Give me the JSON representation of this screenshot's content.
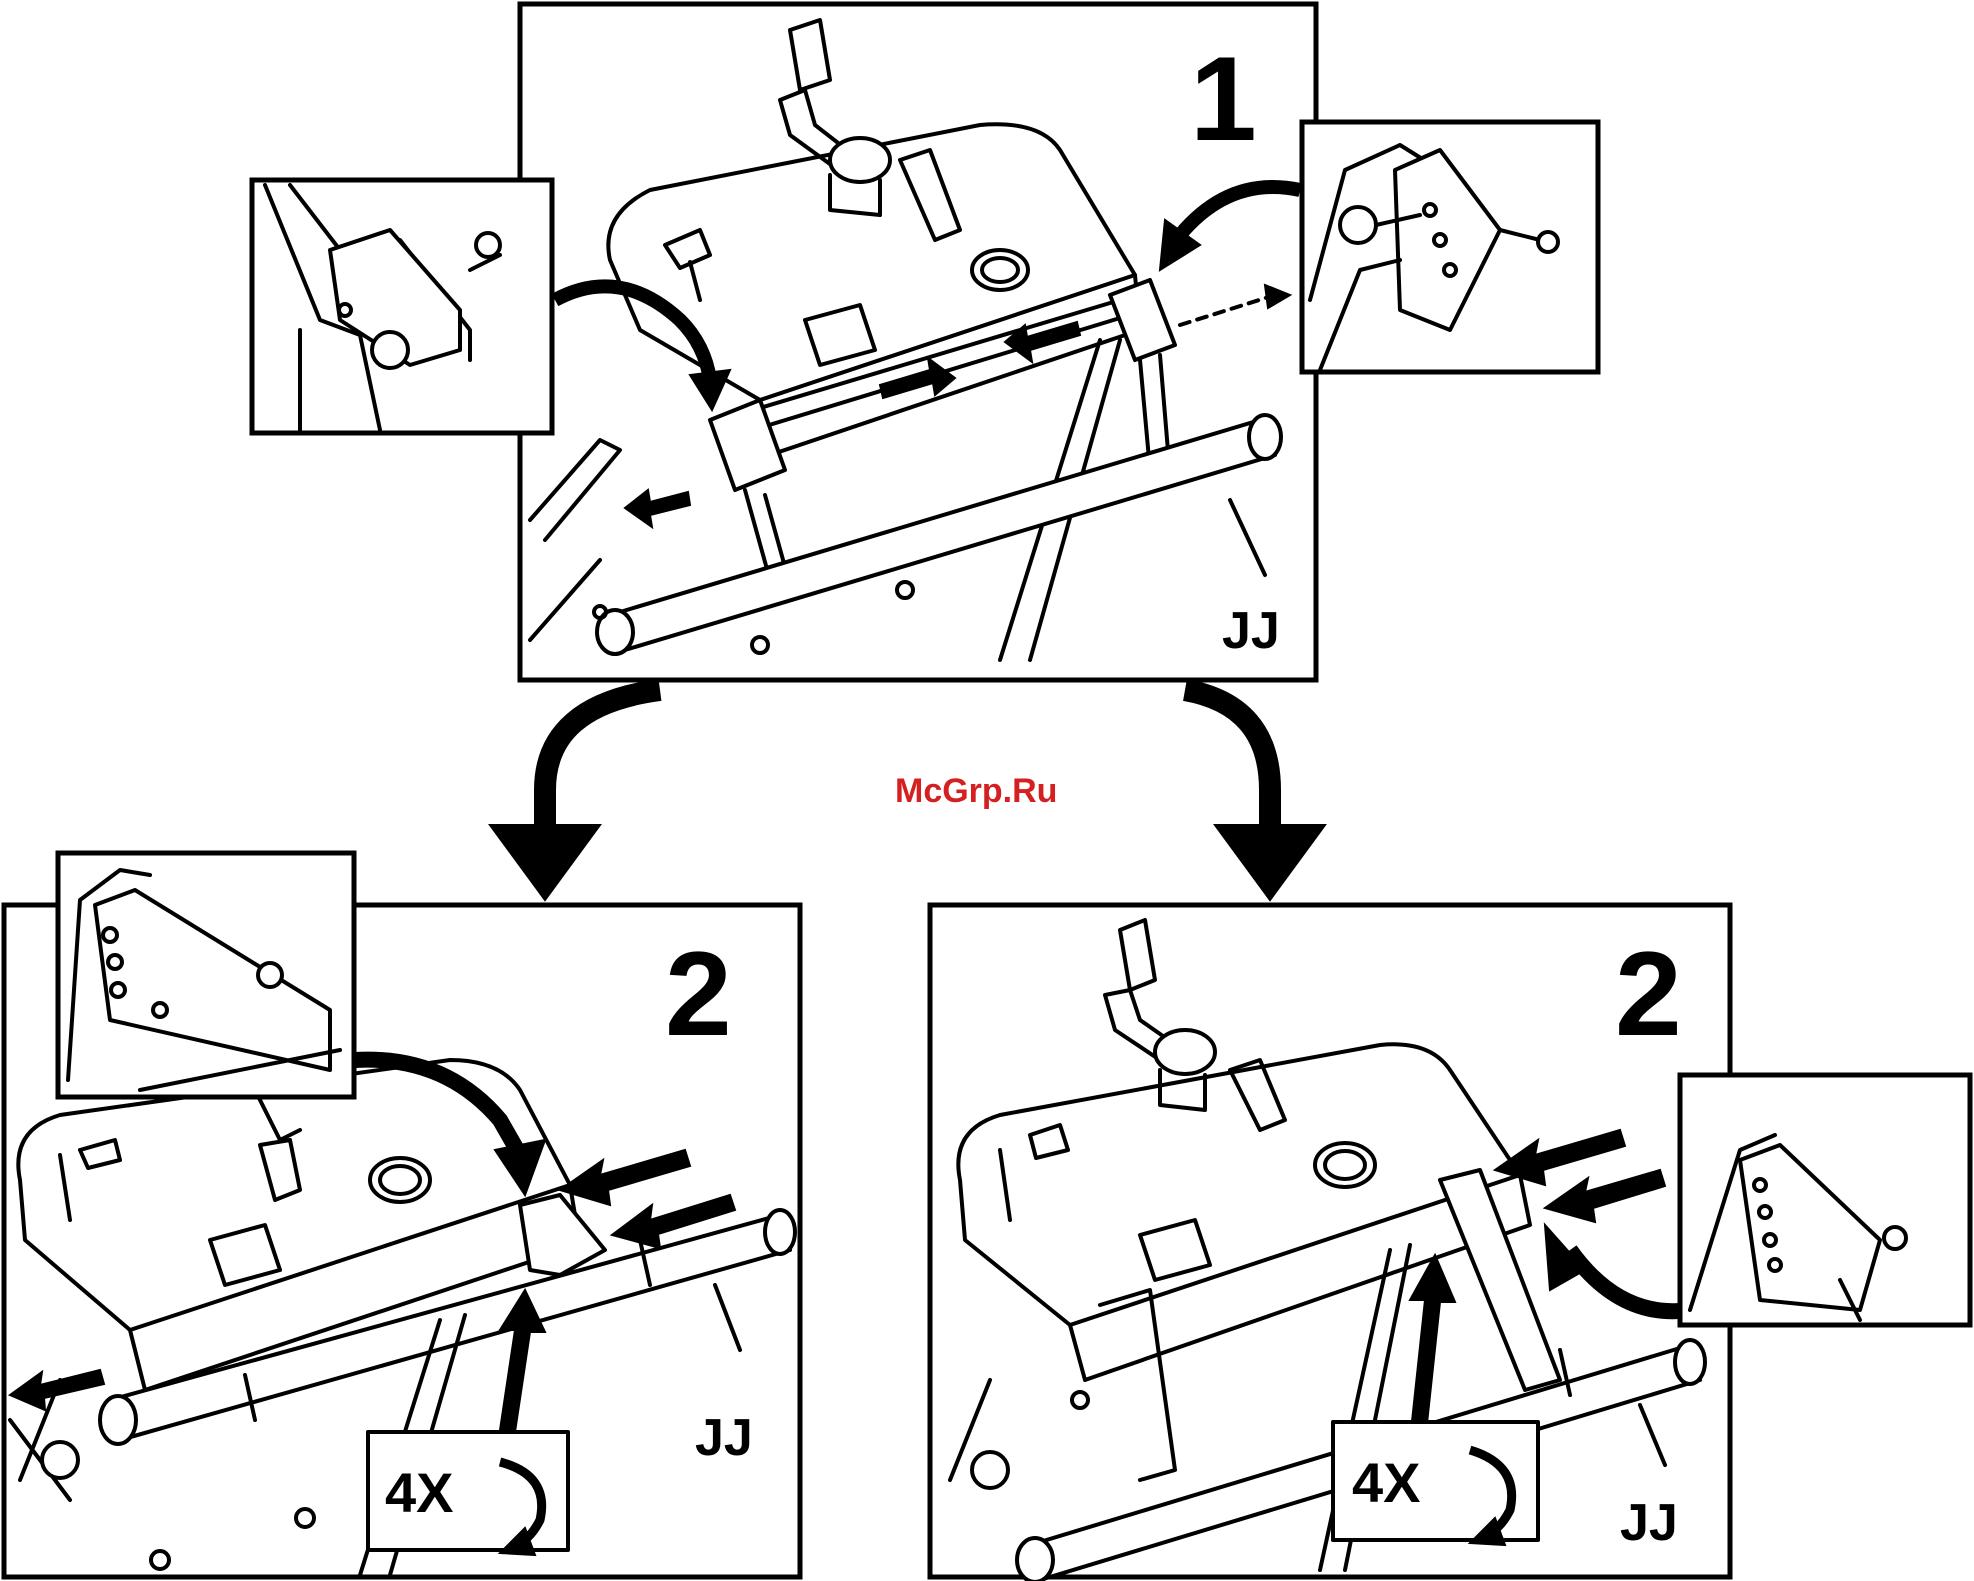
{
  "watermark": "McGrp.Ru",
  "panels": [
    {
      "step": "1",
      "callout": "JJ"
    },
    {
      "step": "2",
      "callout": "JJ",
      "badge": "4X"
    },
    {
      "step": "2",
      "callout": "JJ",
      "badge": "4X"
    }
  ]
}
